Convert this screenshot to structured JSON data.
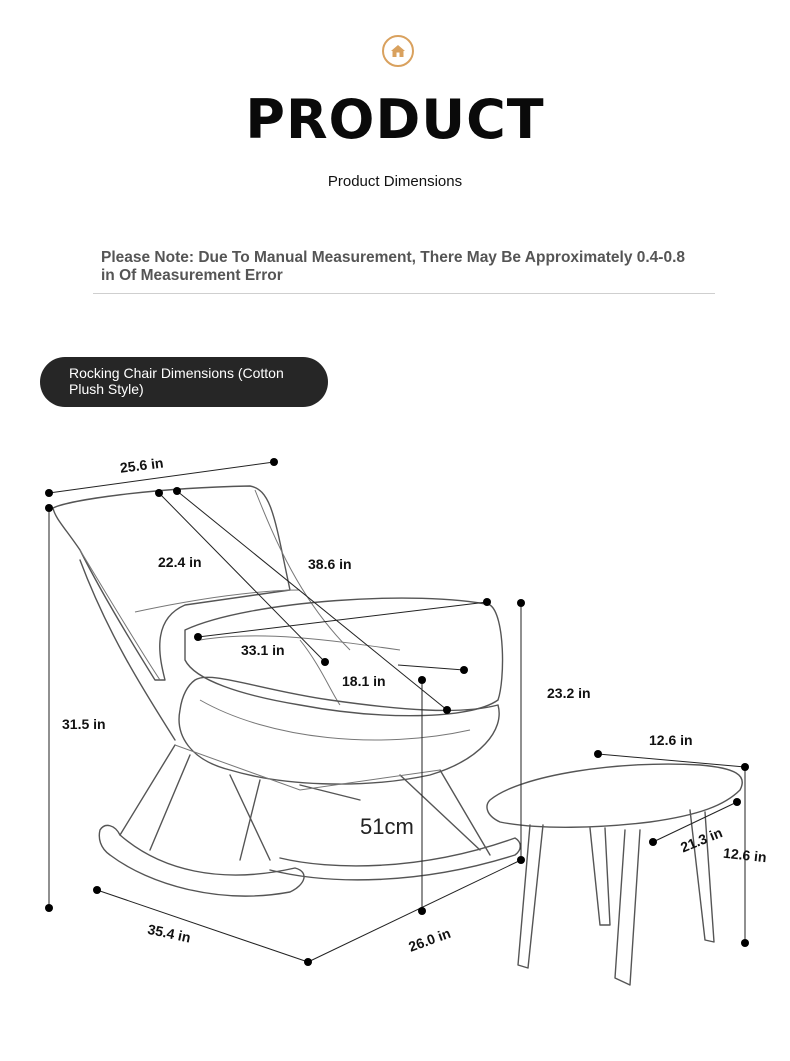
{
  "header": {
    "title": "PRODUCT",
    "subtitle": "Product Dimensions",
    "note": "Please Note: Due To Manual Measurement, There May Be Approximately 0.4-0.8 in Of Measurement Error"
  },
  "section": {
    "pill_label": "Rocking Chair Dimensions (Cotton Plush Style)"
  },
  "dimensions": {
    "top_width": "25.6 in",
    "seat_depth": "22.4 in",
    "diagonal": "38.6 in",
    "arm_width": "33.1 in",
    "seat_height": "18.1 in",
    "total_height": "31.5 in",
    "arm_height": "23.2 in",
    "base_length": "35.4 in",
    "base_width": "26.0 in",
    "center_mark": "51cm",
    "stool_length": "12.6 in",
    "stool_width": "21.3 in",
    "stool_height": "12.6 in"
  },
  "icons": {
    "badge": "home-icon"
  },
  "colors": {
    "accent": "#d9a15e",
    "pill_bg": "#262626"
  }
}
